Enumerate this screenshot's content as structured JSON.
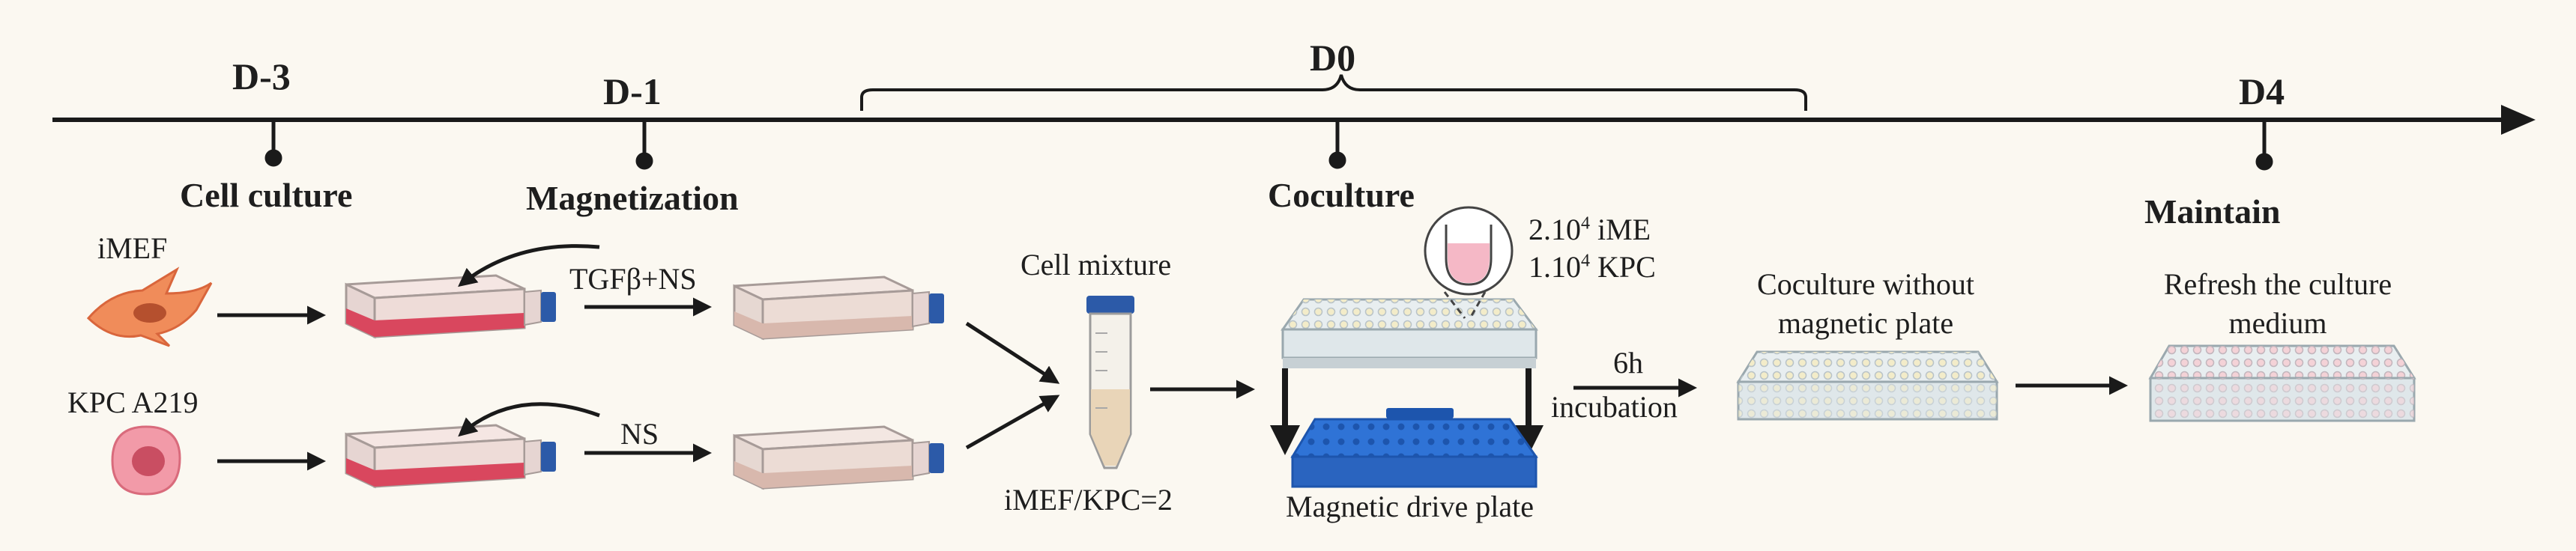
{
  "timeline": {
    "days": [
      {
        "id": "d_minus3",
        "label": "D-3"
      },
      {
        "id": "d_minus1",
        "label": "D-1"
      },
      {
        "id": "d0",
        "label": "D0"
      },
      {
        "id": "d4",
        "label": "D4"
      }
    ],
    "stages": [
      {
        "id": "cell_culture",
        "label": "Cell culture"
      },
      {
        "id": "magnetization",
        "label": "Magnetization"
      },
      {
        "id": "coculture",
        "label": "Coculture"
      },
      {
        "id": "maintain",
        "label": "Maintain"
      }
    ]
  },
  "cells": {
    "top": "iMEF",
    "bottom": "KPC A219"
  },
  "treatments": {
    "top": "TGFβ+NS",
    "bottom": "NS"
  },
  "mixing": {
    "title": "Cell mixture",
    "ratio": "iMEF/KPC=2"
  },
  "seeding": {
    "line1_coef": "2.10",
    "line1_exp": "4",
    "line1_unit": "iME",
    "line2_coef": "1.10",
    "line2_exp": "4",
    "line2_unit": "KPC"
  },
  "plate": {
    "magnet_label": "Magnetic drive plate"
  },
  "incubation": {
    "time": "6h",
    "label": "incubation"
  },
  "coculture_plate": {
    "line1": "Coculture without",
    "line2": "magnetic plate"
  },
  "maintain_plate": {
    "line1": "Refresh the culture",
    "line2": "medium"
  },
  "colors": {
    "axis": "#1a1a1a",
    "flask_red": "#d9475e",
    "flask_pale": "#d8b8ad",
    "cap_blue": "#2c5aa8",
    "plate_blue": "#2f73d6",
    "fibroblast": "#f08c5a",
    "tumor_cell": "#f29aa8"
  }
}
